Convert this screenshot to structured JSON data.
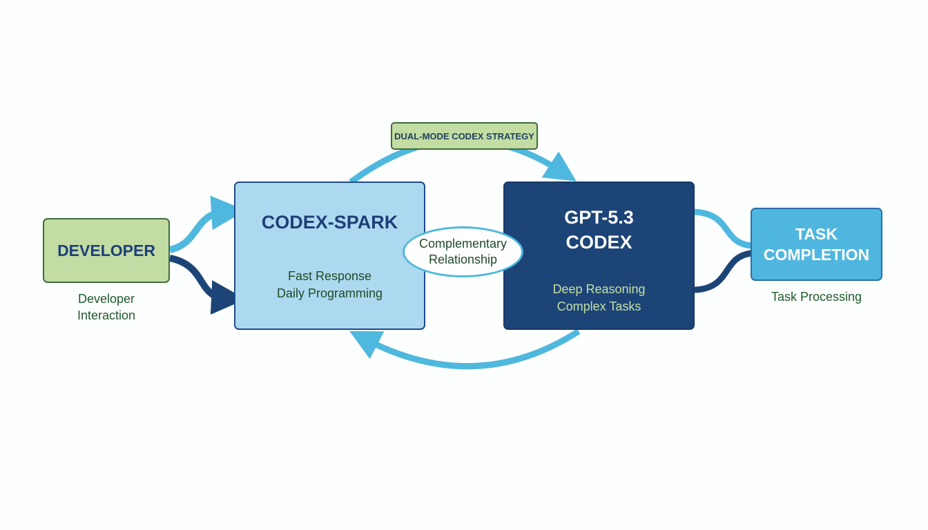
{
  "strategy_label": "DUAL-MODE CODEX STRATEGY",
  "developer": {
    "title": "DEVELOPER",
    "caption_line1": "Developer",
    "caption_line2": "Interaction"
  },
  "codex_spark": {
    "title": "CODEX-SPARK",
    "line1": "Fast Response",
    "line2": "Daily Programming"
  },
  "relationship": {
    "line1": "Complementary",
    "line2": "Relationship"
  },
  "gpt_codex": {
    "title_line1": "GPT-5.3",
    "title_line2": "CODEX",
    "line1": "Deep Reasoning",
    "line2": "Complex Tasks"
  },
  "task": {
    "title_line1": "TASK",
    "title_line2": "COMPLETION",
    "caption": "Task Processing"
  },
  "colors": {
    "light_arrow": "#4fb8de",
    "dark_arrow": "#1c4476",
    "green_box": "#c3dca3",
    "spark_box": "#acd9f0",
    "gpt_box": "#1c4476",
    "task_box": "#4fb7df"
  }
}
